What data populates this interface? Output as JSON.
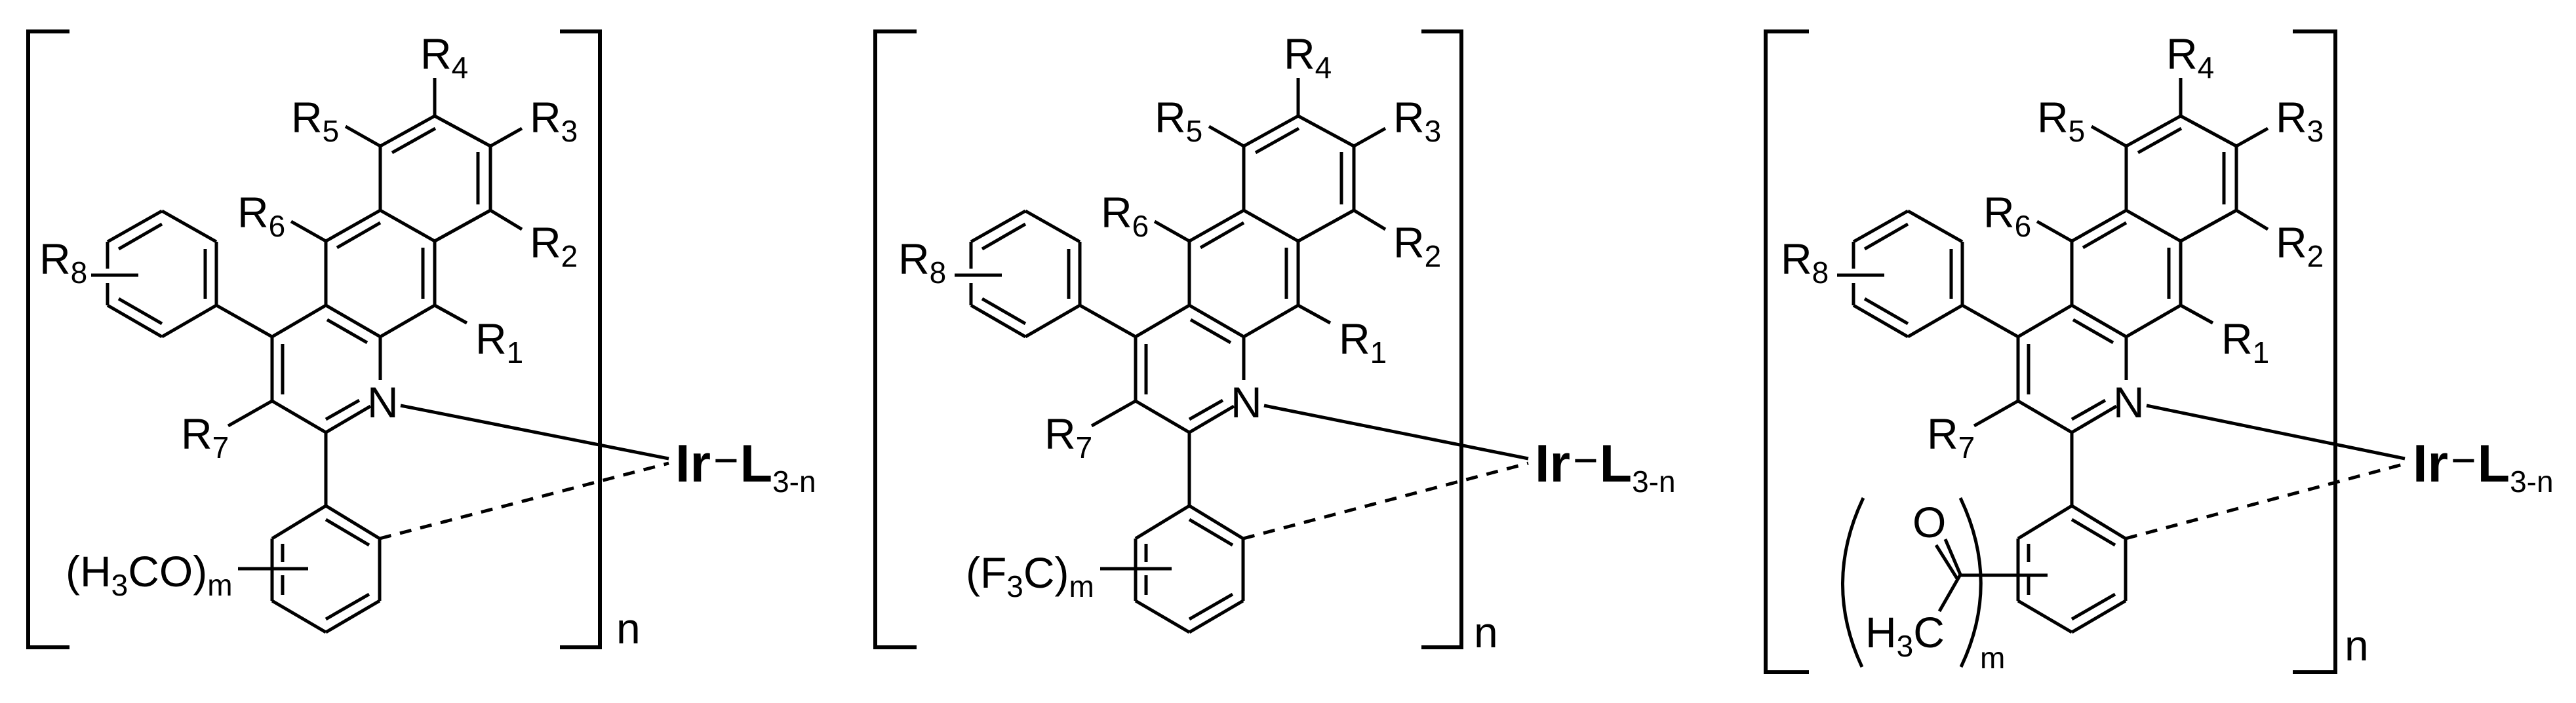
{
  "figure": {
    "type": "chemical-structure-formulas",
    "count": 3,
    "background": "#ffffff",
    "line_color": "#000000"
  },
  "common": {
    "metal": "Ir",
    "ligand_dash": "−",
    "ligand": "L",
    "ligand_subscript": "3-n",
    "repeat_subscript": "n",
    "nitrogen": "N",
    "r_labels": {
      "R1": {
        "base": "R",
        "sub": "1"
      },
      "R2": {
        "base": "R",
        "sub": "2"
      },
      "R3": {
        "base": "R",
        "sub": "3"
      },
      "R4": {
        "base": "R",
        "sub": "4"
      },
      "R5": {
        "base": "R",
        "sub": "5"
      },
      "R6": {
        "base": "R",
        "sub": "6"
      },
      "R7": {
        "base": "R",
        "sub": "7"
      },
      "R8": {
        "base": "R",
        "sub": "8"
      }
    }
  },
  "structures": [
    {
      "id": "formula-1",
      "substituent": {
        "open": "(H",
        "sub1": "3",
        "mid": "CO)",
        "sub2": "m"
      },
      "description": "methoxy-substituted phenyl"
    },
    {
      "id": "formula-2",
      "substituent": {
        "open": "(F",
        "sub1": "3",
        "mid": "C)",
        "sub2": "m"
      },
      "description": "trifluoromethyl-substituted phenyl"
    },
    {
      "id": "formula-3",
      "substituent": {
        "oxygen": "O",
        "methyl": "H",
        "methyl_sub": "3",
        "methyl_c": "C",
        "sub2": "m"
      },
      "description": "acetyl-substituted phenyl"
    }
  ]
}
